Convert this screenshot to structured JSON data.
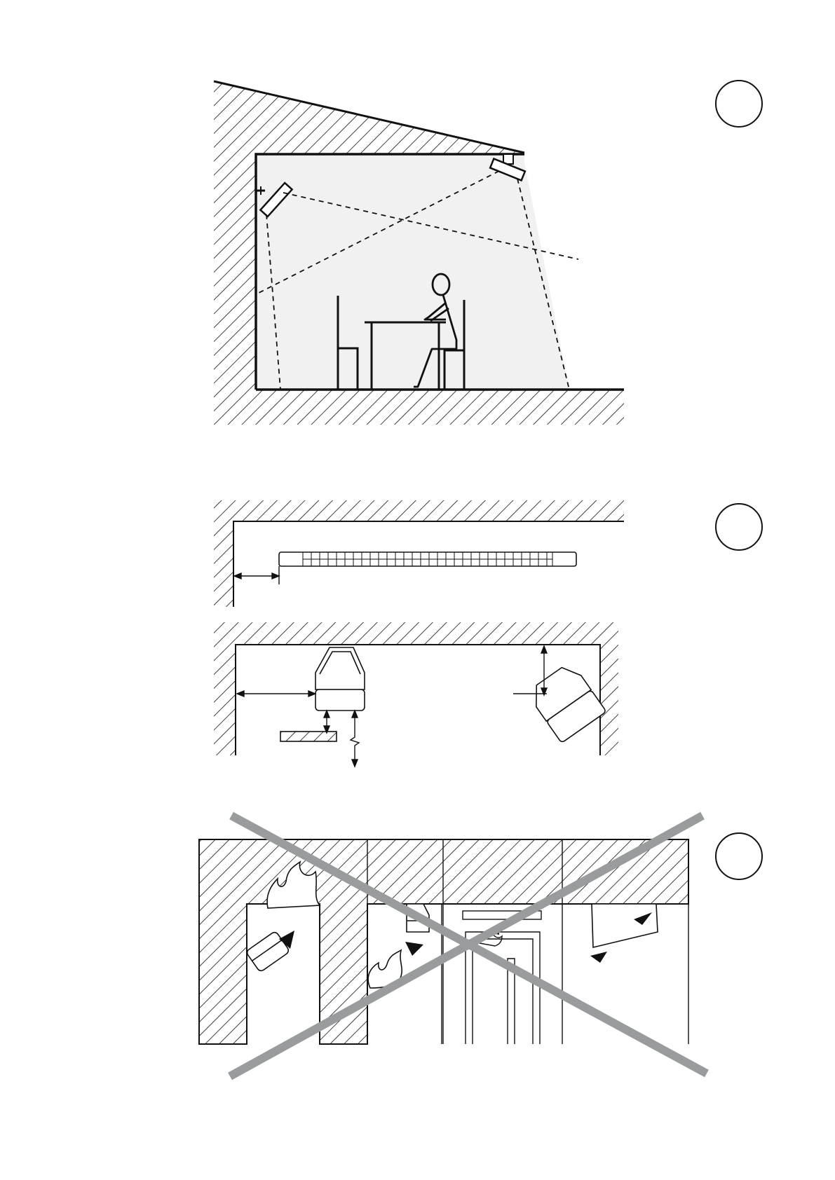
{
  "figure": {
    "panels": [
      {
        "id": "panel-1",
        "marker": "",
        "subject": "installation-example-room"
      },
      {
        "id": "panel-2",
        "marker": "",
        "subject": "mounting-distances"
      },
      {
        "id": "panel-3",
        "marker": "",
        "subject": "prohibited-installation",
        "crossed_out": true
      }
    ],
    "colors": {
      "line": "#111111",
      "light_fill": "#f0f1f0",
      "cross": "#999b9d",
      "background": "#ffffff"
    },
    "icons": [
      "heater-icon",
      "person-icon",
      "chair-icon",
      "table-icon",
      "flame-icon",
      "arrow-icon",
      "curtain-icon"
    ]
  }
}
